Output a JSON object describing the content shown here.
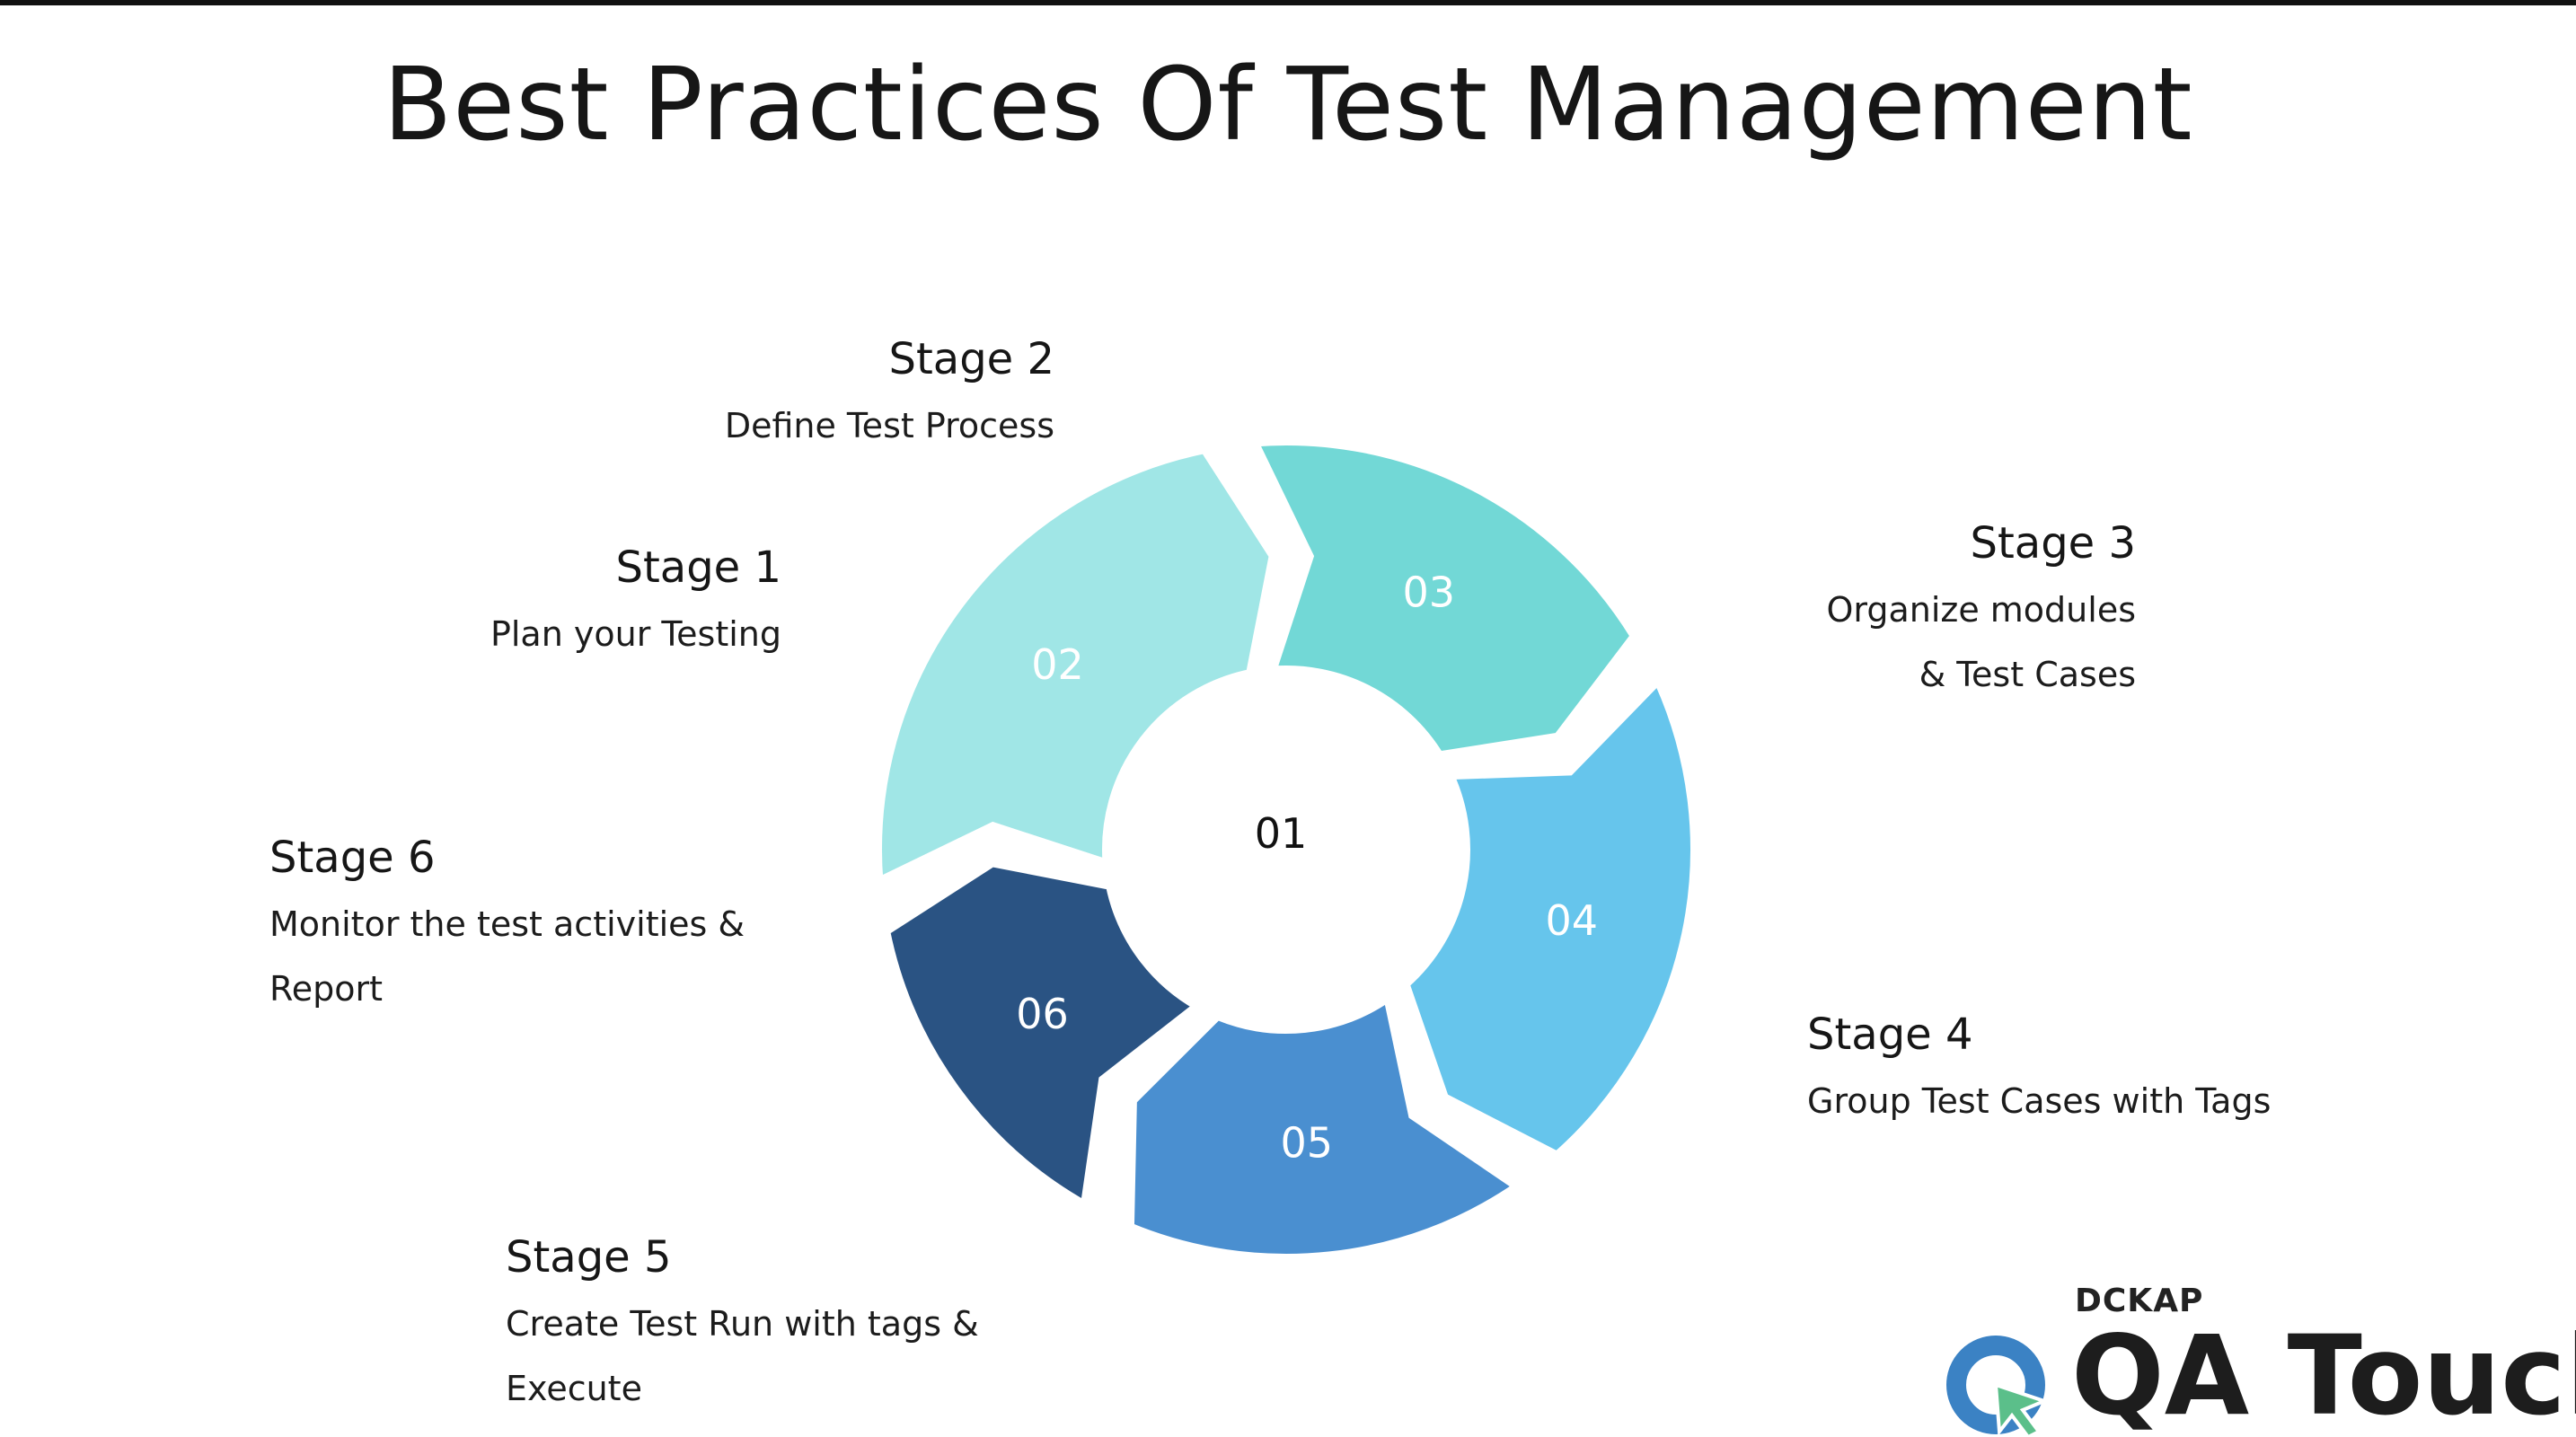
{
  "title": "Best Practices Of Test Management",
  "colors": {
    "stage1_center": "#ffffff",
    "stage2": "#a0e6e6",
    "stage3": "#72d8d6",
    "stage4": "#66c5ec",
    "stage5": "#4a8fd0",
    "stage6": "#2a5383",
    "logo_blue": "#3b82c4",
    "logo_green": "#5bbf8a"
  },
  "cycle": {
    "center_label": "01",
    "segments": [
      {
        "number": "02"
      },
      {
        "number": "03"
      },
      {
        "number": "04"
      },
      {
        "number": "05"
      },
      {
        "number": "06"
      }
    ]
  },
  "stages": {
    "stage1": {
      "title": "Stage 1",
      "desc": [
        "Plan your Testing"
      ]
    },
    "stage2": {
      "title": "Stage 2",
      "desc": [
        "Define Test Process"
      ]
    },
    "stage3": {
      "title": "Stage 3",
      "desc": [
        "Organize modules",
        "& Test Cases"
      ]
    },
    "stage4": {
      "title": "Stage 4",
      "desc": [
        "Group Test Cases with Tags"
      ]
    },
    "stage5": {
      "title": "Stage 5",
      "desc": [
        "Create Test Run with tags &",
        "Execute"
      ]
    },
    "stage6": {
      "title": "Stage 6",
      "desc": [
        "Monitor the test activities &",
        "Report"
      ]
    }
  },
  "logo": {
    "brand": "DCKAP",
    "product": "QA Touch",
    "icon": "qa-touch-logo-icon"
  }
}
